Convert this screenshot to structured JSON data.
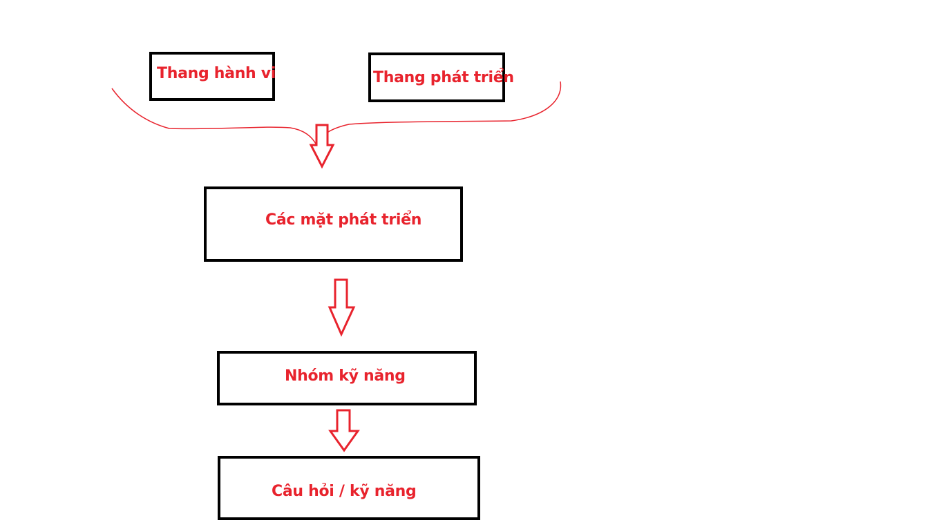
{
  "diagram": {
    "colors": {
      "text": "#e8232d",
      "arrow": "#e8232d",
      "brace": "#e8232d",
      "box_border": "#000000",
      "background": "#ffffff"
    },
    "nodes": {
      "behavior_scale": "Thang hành vi",
      "development_scale": "Thang phát triển",
      "development_aspects": "Các mặt phát triển",
      "skill_group": "Nhóm kỹ năng",
      "question_skill": "Câu hỏi / kỹ năng"
    },
    "edges": [
      {
        "from": [
          "behavior_scale",
          "development_scale"
        ],
        "to": "development_aspects",
        "style": "hollow-arrow"
      },
      {
        "from": "development_aspects",
        "to": "skill_group",
        "style": "hollow-arrow"
      },
      {
        "from": "skill_group",
        "to": "question_skill",
        "style": "hollow-arrow"
      }
    ]
  }
}
